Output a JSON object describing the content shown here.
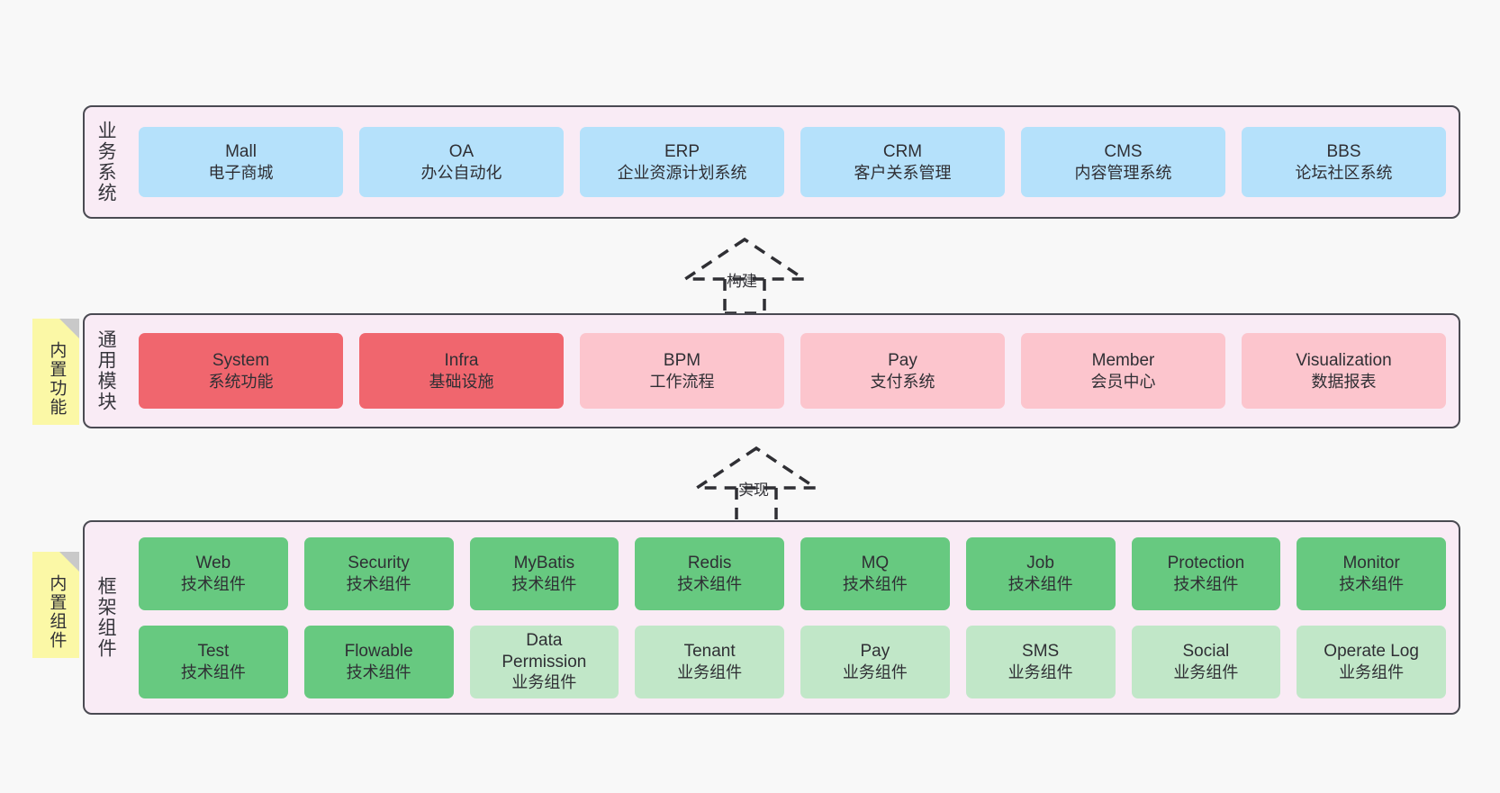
{
  "diagram": {
    "title_hidden": "",
    "background_color": "#f8f8f8",
    "panel_color": "#f9ebf5",
    "panel_border_color": "#4a4a52"
  },
  "layers": [
    {
      "id": "business",
      "label": "业务系统",
      "rows": [
        {
          "items": [
            {
              "main": "Mall",
              "sub": "电子商城",
              "color": "#b5e1fb",
              "style": "c-blue"
            },
            {
              "main": "OA",
              "sub": "办公自动化",
              "color": "#b5e1fb",
              "style": "c-blue"
            },
            {
              "main": "ERP",
              "sub": "企业资源计划系统",
              "color": "#b5e1fb",
              "style": "c-blue"
            },
            {
              "main": "CRM",
              "sub": "客户关系管理",
              "color": "#b5e1fb",
              "style": "c-blue"
            },
            {
              "main": "CMS",
              "sub": "内容管理系统",
              "color": "#b5e1fb",
              "style": "c-blue"
            },
            {
              "main": "BBS",
              "sub": "论坛社区系统",
              "color": "#b5e1fb",
              "style": "c-blue"
            }
          ]
        }
      ]
    },
    {
      "id": "module",
      "label": "通用模块",
      "sticky": "内置功能",
      "rows": [
        {
          "items": [
            {
              "main": "System",
              "sub": "系统功能",
              "color": "#f0666e",
              "style": "c-red"
            },
            {
              "main": "Infra",
              "sub": "基础设施",
              "color": "#f0666e",
              "style": "c-red"
            },
            {
              "main": "BPM",
              "sub": "工作流程",
              "color": "#fcc5cd",
              "style": "c-pink"
            },
            {
              "main": "Pay",
              "sub": "支付系统",
              "color": "#fcc5cd",
              "style": "c-pink"
            },
            {
              "main": "Member",
              "sub": "会员中心",
              "color": "#fcc5cd",
              "style": "c-pink"
            },
            {
              "main": "Visualization",
              "sub": "数据报表",
              "color": "#fcc5cd",
              "style": "c-pink"
            }
          ]
        }
      ]
    },
    {
      "id": "framework",
      "label": "框架组件",
      "sticky": "内置组件",
      "rows": [
        {
          "items": [
            {
              "main": "Web",
              "sub": "技术组件",
              "color": "#67c980",
              "style": "c-green"
            },
            {
              "main": "Security",
              "sub": "技术组件",
              "color": "#67c980",
              "style": "c-green"
            },
            {
              "main": "MyBatis",
              "sub": "技术组件",
              "color": "#67c980",
              "style": "c-green"
            },
            {
              "main": "Redis",
              "sub": "技术组件",
              "color": "#67c980",
              "style": "c-green"
            },
            {
              "main": "MQ",
              "sub": "技术组件",
              "color": "#67c980",
              "style": "c-green"
            },
            {
              "main": "Job",
              "sub": "技术组件",
              "color": "#67c980",
              "style": "c-green"
            },
            {
              "main": "Protection",
              "sub": "技术组件",
              "color": "#67c980",
              "style": "c-green"
            },
            {
              "main": "Monitor",
              "sub": "技术组件",
              "color": "#67c980",
              "style": "c-green"
            }
          ]
        },
        {
          "items": [
            {
              "main": "Test",
              "sub": "技术组件",
              "color": "#67c980",
              "style": "c-green"
            },
            {
              "main": "Flowable",
              "sub": "技术组件",
              "color": "#67c980",
              "style": "c-green"
            },
            {
              "main": "Data Permission",
              "sub": "业务组件",
              "color": "#c1e7c8",
              "style": "c-lightgreen"
            },
            {
              "main": "Tenant",
              "sub": "业务组件",
              "color": "#c1e7c8",
              "style": "c-lightgreen"
            },
            {
              "main": "Pay",
              "sub": "业务组件",
              "color": "#c1e7c8",
              "style": "c-lightgreen"
            },
            {
              "main": "SMS",
              "sub": "业务组件",
              "color": "#c1e7c8",
              "style": "c-lightgreen"
            },
            {
              "main": "Social",
              "sub": "业务组件",
              "color": "#c1e7c8",
              "style": "c-lightgreen"
            },
            {
              "main": "Operate Log",
              "sub": "业务组件",
              "color": "#c1e7c8",
              "style": "c-lightgreen"
            }
          ]
        }
      ]
    }
  ],
  "connectors": [
    {
      "id": "build",
      "label": "构建",
      "from": "module",
      "to": "business"
    },
    {
      "id": "implement",
      "label": "实现",
      "from": "framework",
      "to": "module"
    }
  ]
}
